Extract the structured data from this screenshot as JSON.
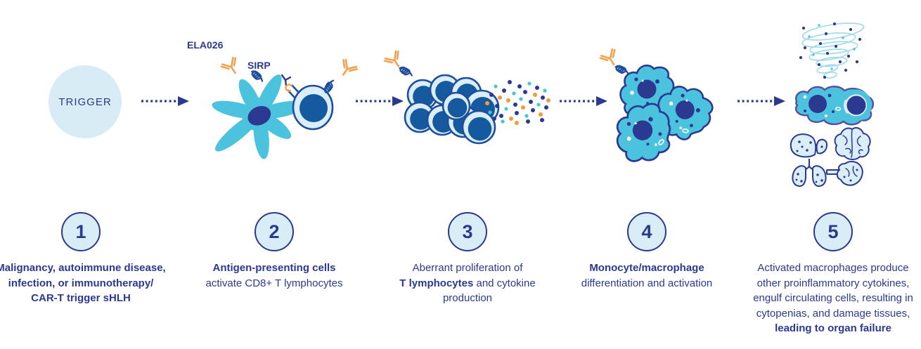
{
  "diagram": {
    "title_semantic": "sHLH pathogenesis 5-step diagram",
    "trigger_label": "TRIGGER",
    "labels": {
      "ela026": "ELA026",
      "sirp": "SIRP"
    },
    "colors": {
      "navy": "#2b3990",
      "teal": "#4cc3de",
      "pale_circle": "#d9edf6",
      "cell_fill": "#d9eef8",
      "nucleus_blue": "#15599e",
      "orange": "#f2a14f"
    },
    "icons": [
      "trigger-circle",
      "dotted-arrow-icon",
      "antibody-icon",
      "receptor-coil-icon",
      "dendritic-cell-icon",
      "t-lymphocyte-icon",
      "t-cell-cluster-icon",
      "cytokine-dots-icon",
      "macrophage-cluster-icon",
      "cytokine-storm-icon",
      "hemophagocytosis-icon",
      "liver-icon",
      "brain-icon",
      "lungs-icon",
      "kidney-icon"
    ],
    "steps": [
      {
        "number": "1",
        "lines": [
          [
            {
              "text": "Malignancy, autoimmune disease,",
              "bold": true
            }
          ],
          [
            {
              "text": "infection, or immunotherapy/",
              "bold": true
            }
          ],
          [
            {
              "text": "CAR-T trigger sHLH",
              "bold": true
            }
          ]
        ]
      },
      {
        "number": "2",
        "lines": [
          [
            {
              "text": "Antigen-presenting cells",
              "bold": true
            }
          ],
          [
            {
              "text": "activate CD8+ T lymphocytes",
              "bold": false
            }
          ]
        ]
      },
      {
        "number": "3",
        "lines": [
          [
            {
              "text": "Aberrant proliferation of",
              "bold": false
            }
          ],
          [
            {
              "text": "T lymphocytes",
              "bold": true
            },
            {
              "text": " and cytokine",
              "bold": false
            }
          ],
          [
            {
              "text": "production",
              "bold": false
            }
          ]
        ]
      },
      {
        "number": "4",
        "lines": [
          [
            {
              "text": "Monocyte/macrophage",
              "bold": true
            }
          ],
          [
            {
              "text": "differentiation and activation",
              "bold": false
            }
          ]
        ]
      },
      {
        "number": "5",
        "lines": [
          [
            {
              "text": "Activated macrophages produce",
              "bold": false
            }
          ],
          [
            {
              "text": "other proinflammatory cytokines,",
              "bold": false
            }
          ],
          [
            {
              "text": "engulf circulating cells, resulting in",
              "bold": false
            }
          ],
          [
            {
              "text": "cytopenias, and damage tissues,",
              "bold": false
            }
          ],
          [
            {
              "text": "leading to organ failure",
              "bold": true
            }
          ]
        ]
      }
    ]
  }
}
